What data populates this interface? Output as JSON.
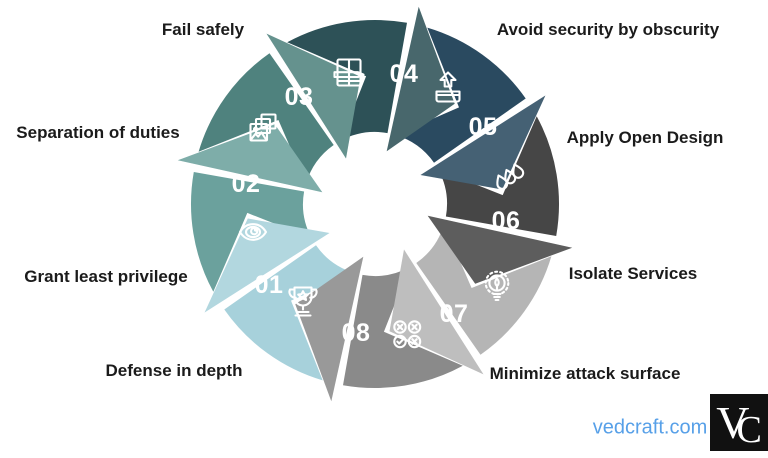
{
  "diagram": {
    "type": "cycle",
    "direction": "clockwise",
    "segment_count": 8
  },
  "segments": [
    {
      "number": "01",
      "label": "Grant least privilege",
      "icon": "trophy-icon",
      "color": "#a7d1db"
    },
    {
      "number": "02",
      "label": "Separation of duties",
      "icon": "eye-icon",
      "color": "#6ba19d"
    },
    {
      "number": "03",
      "label": "Fail safely",
      "icon": "stacked-photos-icon",
      "color": "#4f827e"
    },
    {
      "number": "04",
      "label": "Avoid security by obscurity",
      "icon": "notebook-pencil-icon",
      "color": "#2d5157"
    },
    {
      "number": "05",
      "label": "Apply Open Design",
      "icon": "upload-tray-icon",
      "color": "#2a4a60"
    },
    {
      "number": "06",
      "label": "Isolate Services",
      "icon": "water-drops-icon",
      "color": "#464646"
    },
    {
      "number": "07",
      "label": "Minimize attack surface",
      "icon": "lightbulb-icon",
      "color": "#b5b5b5"
    },
    {
      "number": "08",
      "label": "Defense in depth",
      "icon": "checklist-icon",
      "color": "#8a8a8a"
    }
  ],
  "number_color": "#ffffff",
  "text_color": "#1b1b1b",
  "head_highlight": "rgba(255,255,255,0.13)",
  "footer": {
    "site": "vedcraft.com",
    "site_color": "#57a0e8",
    "logo_v": "V",
    "logo_c": "C",
    "logo_bg": "#111111"
  }
}
